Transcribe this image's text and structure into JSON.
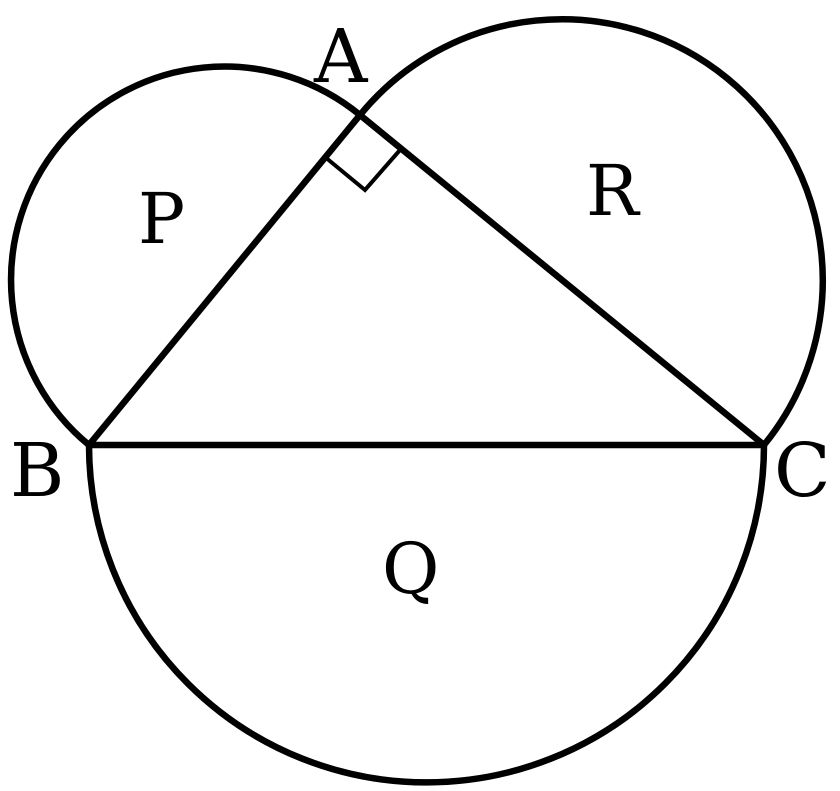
{
  "diagram": {
    "vertices": {
      "A": "A",
      "B": "B",
      "C": "C"
    },
    "regions": {
      "P": "P",
      "Q": "Q",
      "R": "R"
    },
    "right_angle_at": "A",
    "colors": {
      "stroke": "#000000",
      "background": "#ffffff"
    }
  }
}
